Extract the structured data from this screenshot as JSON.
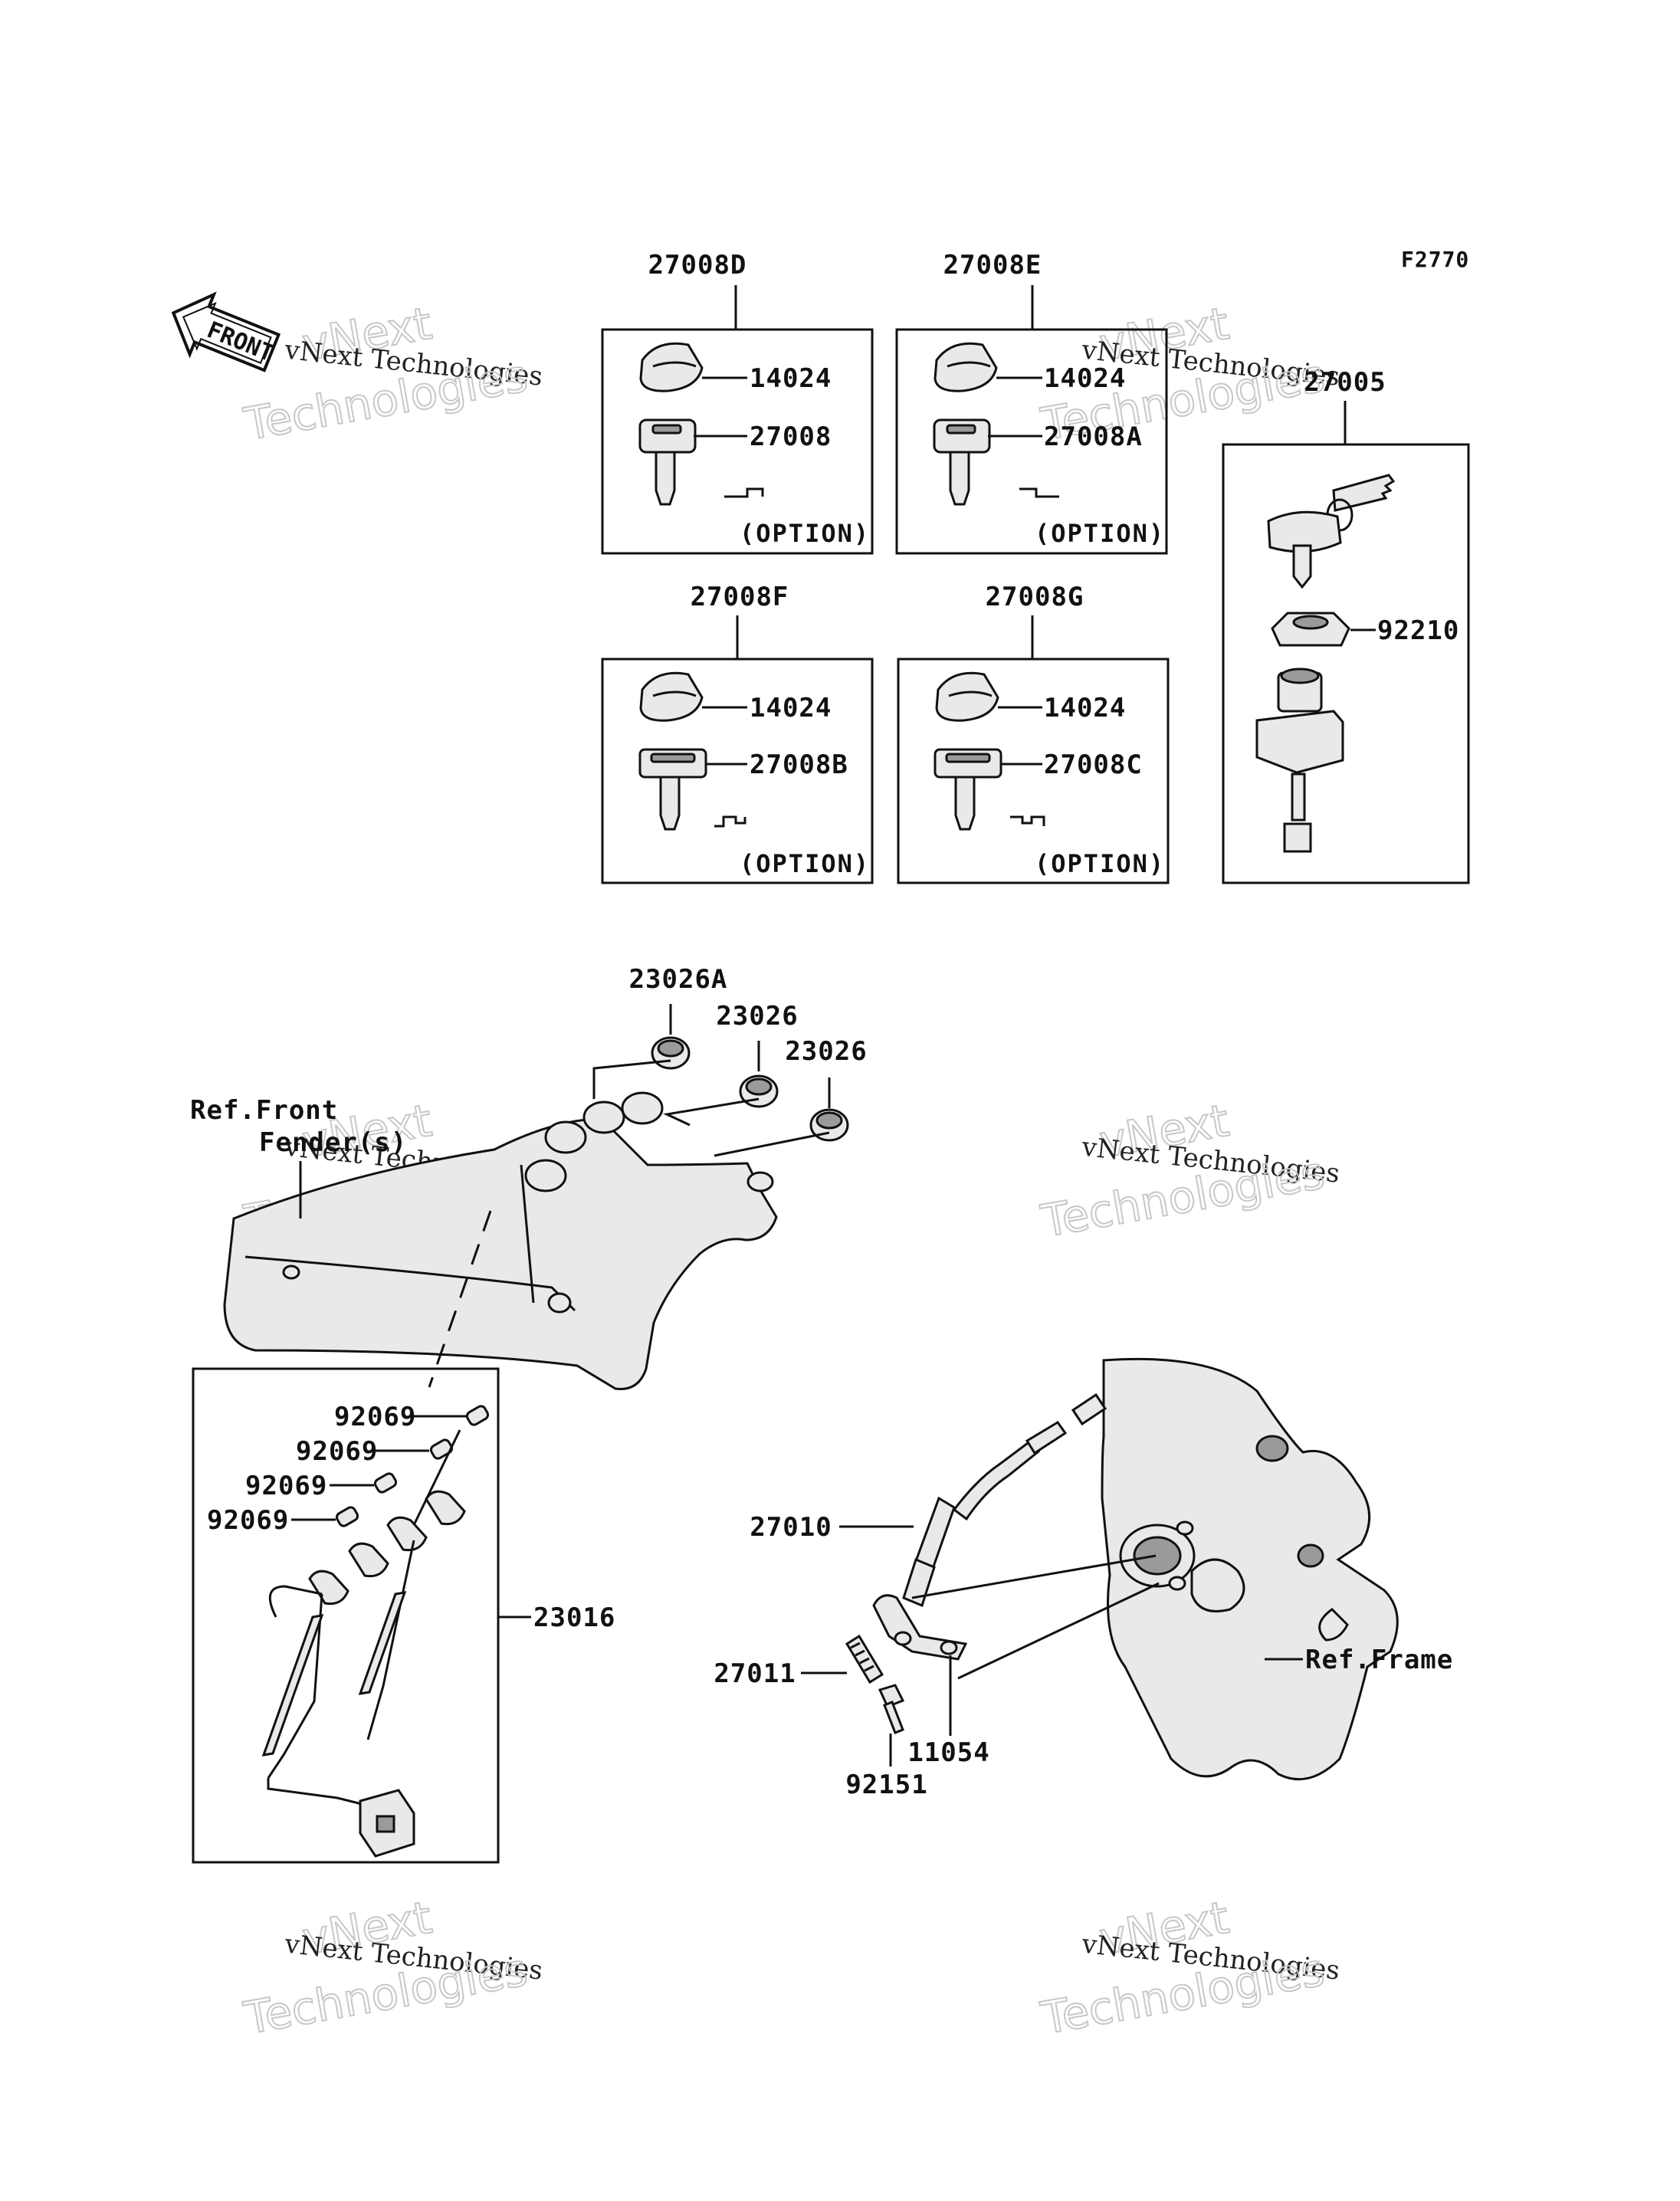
{
  "diagram_code": "F2770",
  "front_arrow": "FRONT",
  "watermark": {
    "line1": "vNext",
    "line2": "vNext Technologies",
    "line3": "Technologies"
  },
  "option_label": "(OPTION)",
  "key_sets": {
    "d": {
      "title": "27008D",
      "cap": "14024",
      "key": "27008"
    },
    "e": {
      "title": "27008E",
      "cap": "14024",
      "key": "27008A"
    },
    "f": {
      "title": "27008F",
      "cap": "14024",
      "key": "27008B"
    },
    "g": {
      "title": "27008G",
      "cap": "14024",
      "key": "27008C"
    }
  },
  "ignition": {
    "title": "27005",
    "nut": "92210"
  },
  "cover": {
    "cap_a": "23026A",
    "cap_1": "23026",
    "cap_2": "23026",
    "ref_front": "Ref.Front",
    "ref_fender": "Fender(s)"
  },
  "harness": {
    "title": "23016",
    "terminals": [
      "92069",
      "92069",
      "92069",
      "92069"
    ]
  },
  "switch": {
    "switch": "27010",
    "spring": "27011",
    "bracket": "11054",
    "bolt": "92151",
    "ref_frame": "Ref.Frame"
  }
}
